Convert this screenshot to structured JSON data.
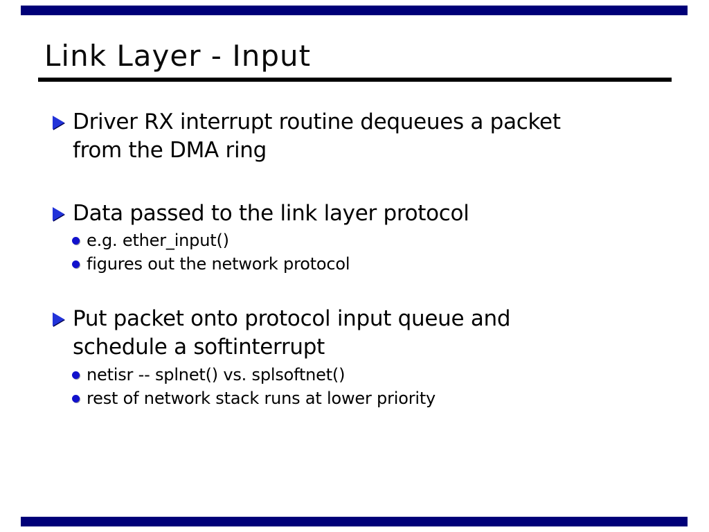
{
  "slide": {
    "title": "Link Layer - Input",
    "colors": {
      "accent_bar": "#000078",
      "title_underline": "#000000",
      "triangle_bullet": "#2233d9",
      "dot_bullet": "#1111cc",
      "text": "#000000",
      "background": "#ffffff"
    },
    "bullets": [
      {
        "marker": "triangle-icon",
        "lines": [
          "Driver RX interrupt routine dequeues a packet",
          "from the DMA ring"
        ],
        "subs": []
      },
      {
        "marker": "triangle-icon",
        "lines": [
          "Data passed to the link layer protocol"
        ],
        "subs": [
          "e.g. ether_input()",
          "figures out the network protocol"
        ]
      },
      {
        "marker": "triangle-icon",
        "lines": [
          "Put packet onto protocol input queue and",
          "schedule a softinterrupt"
        ],
        "subs": [
          "netisr -- splnet() vs. splsoftnet()",
          "rest of network stack runs at lower priority"
        ]
      }
    ]
  }
}
